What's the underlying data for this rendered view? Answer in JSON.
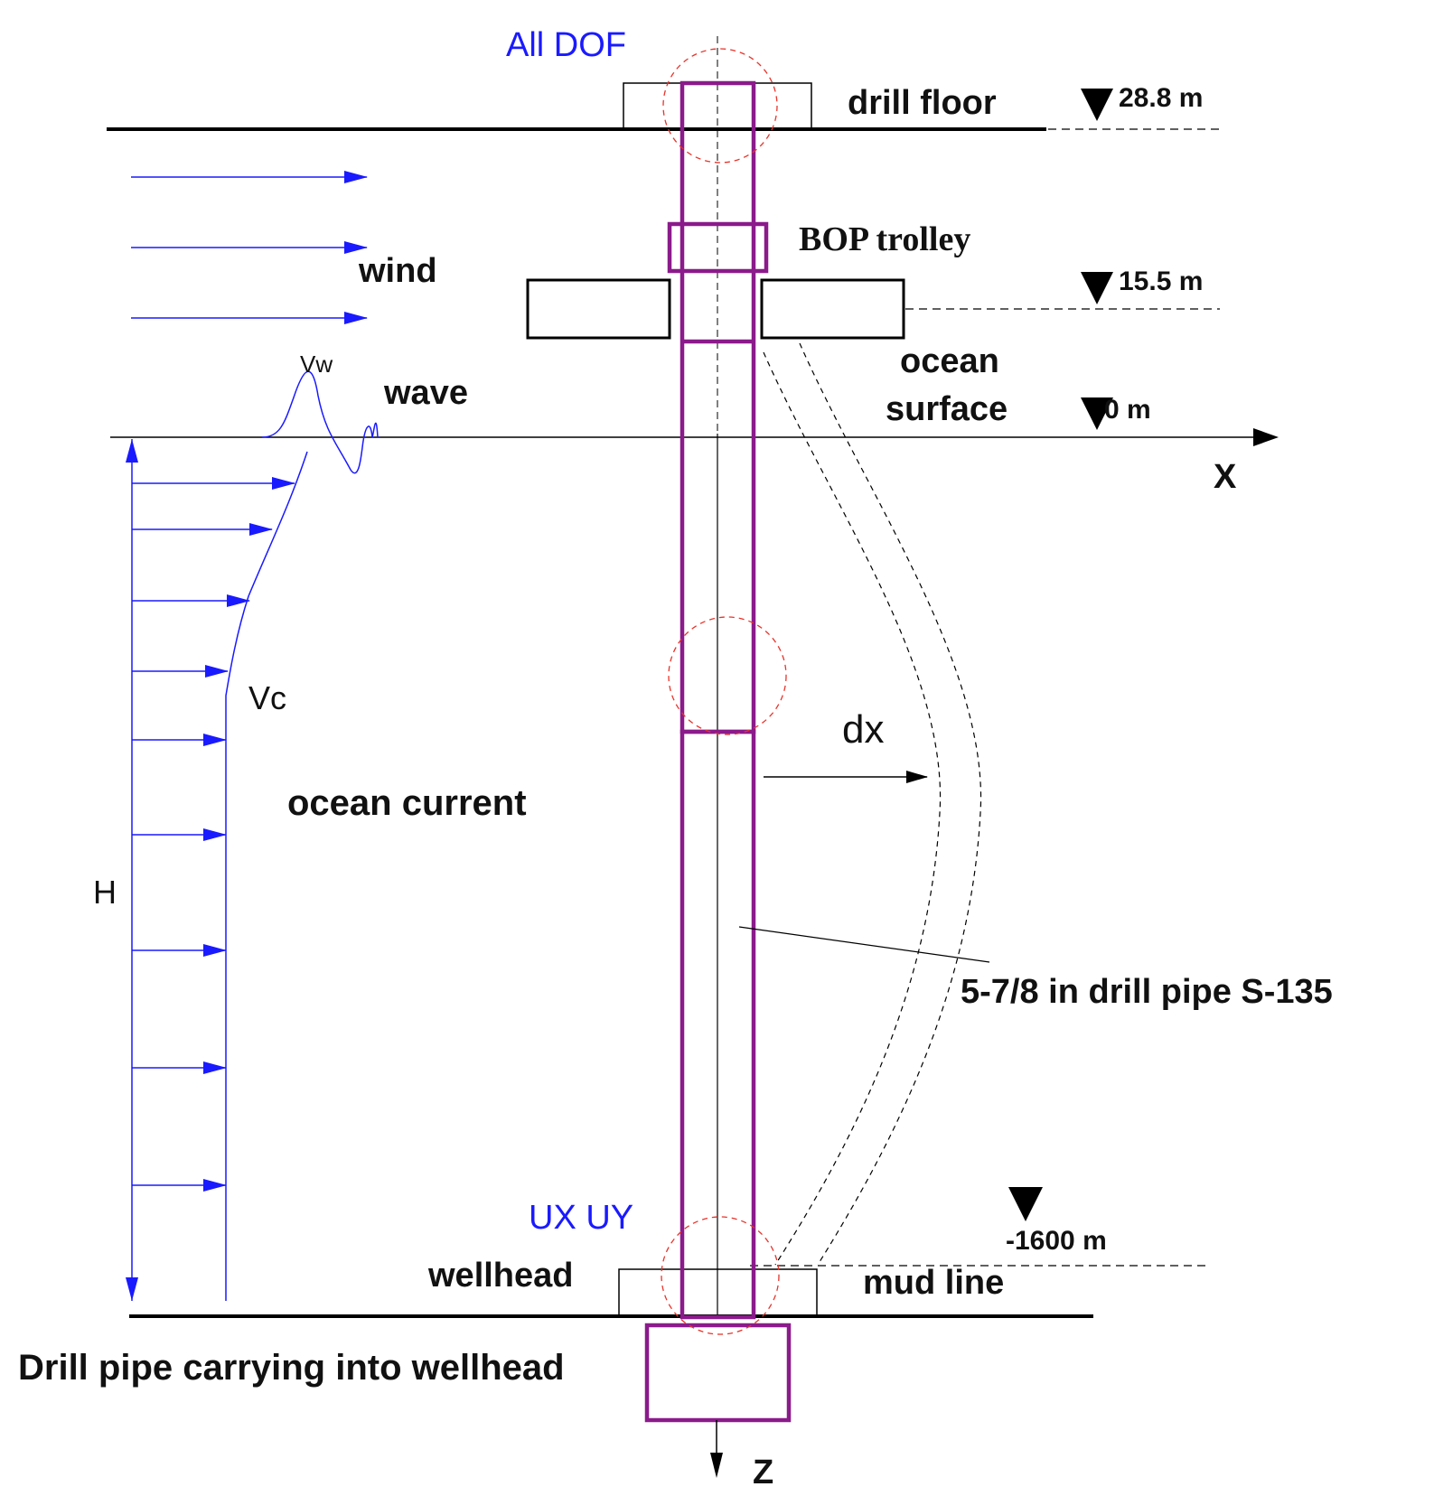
{
  "colors": {
    "pipe": "#8b1a8b",
    "load_arrows": "#1a1aff",
    "boundary_circles": "#e8332a",
    "structure": "#000000"
  },
  "labels": {
    "all_dof": "All DOF",
    "drill_floor": "drill floor",
    "bop_trolley": "BOP trolley",
    "wind": "wind",
    "wave": "wave",
    "vw": "Vw",
    "ocean_surface_line1": "ocean",
    "ocean_surface_line2": "surface",
    "x_axis": "X",
    "z_axis": "Z",
    "vc": "Vc",
    "ocean_current": "ocean current",
    "depth_h": "H",
    "dx": "dx",
    "drill_pipe": "5-7/8 in drill pipe S-135",
    "ux_uy": "UX UY",
    "wellhead": "wellhead",
    "mud_line": "mud line",
    "carrying": "Drill pipe carrying into wellhead"
  },
  "elevations": {
    "drill_floor": "28.8 m",
    "bop_trolley": "15.5 m",
    "ocean_surface": "0 m",
    "mud_line": "-1600 m"
  },
  "icons": {
    "elevation_marker": "downward-triangle-icon",
    "boundary_condition": "dashed-circle-icon"
  }
}
